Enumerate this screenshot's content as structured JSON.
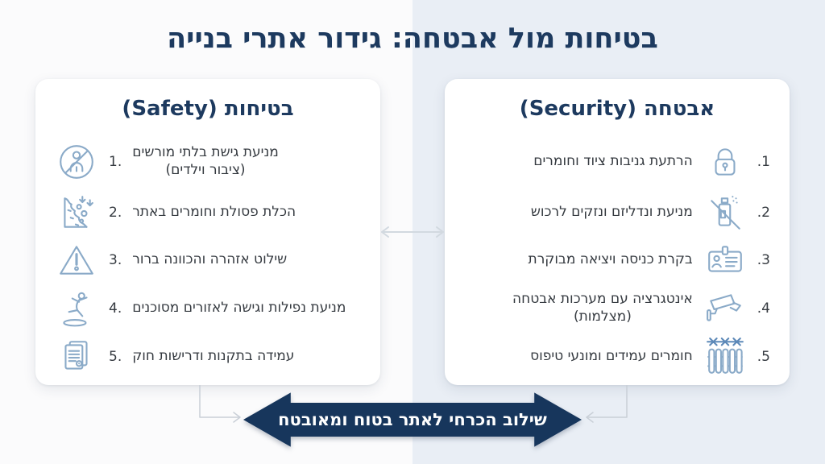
{
  "title": "בטיחות מול אבטחה: גידור אתרי בנייה",
  "safety": {
    "title": "בטיחות (Safety)",
    "items": [
      {
        "num": "1.",
        "icon": "no-unauthorized-person-icon",
        "text": "מניעת גישת בלתי מורשים",
        "text2": "(ציבור וילדים)"
      },
      {
        "num": "2.",
        "icon": "falling-debris-icon",
        "text": "הכלת פסולת וחומרים באתר"
      },
      {
        "num": "3.",
        "icon": "warning-triangle-icon",
        "text": "שילוט אזהרה והכוונה ברור"
      },
      {
        "num": "4.",
        "icon": "slip-fall-icon",
        "text": "מניעת נפילות וגישה לאזורים מסוכנים"
      },
      {
        "num": "5.",
        "icon": "regulations-document-icon",
        "text": "עמידה בתקנות ודרישות חוק"
      }
    ]
  },
  "security": {
    "title": "אבטחה (Security)",
    "items": [
      {
        "num": "1.",
        "icon": "padlock-icon",
        "text": "הרתעת גניבות ציוד וחומרים"
      },
      {
        "num": "2.",
        "icon": "no-vandalism-spray-icon",
        "text": "מניעת ונדליזם ונזקים לרכוש"
      },
      {
        "num": "3.",
        "icon": "id-badge-icon",
        "text": "בקרת כניסה ויציאה מבוקרת"
      },
      {
        "num": "4.",
        "icon": "cctv-camera-icon",
        "text": "אינטגרציה עם מערכות אבטחה",
        "text2": "(מצלמות)"
      },
      {
        "num": "5.",
        "icon": "barbed-fence-icon",
        "text": "חומרים עמידים ומונעי טיפוס"
      }
    ]
  },
  "banner": {
    "text": "שילוב הכרחי לאתר בטוח ומאובטח"
  },
  "colors": {
    "navy": "#1d3a5f",
    "banner": "#17365c",
    "text": "#353a40",
    "icon": "#8aaac8",
    "icon2": "#5d89b8",
    "bgl": "#fbfbfc",
    "bgr": "#e9eef5",
    "conn": "#c9cfd7"
  }
}
